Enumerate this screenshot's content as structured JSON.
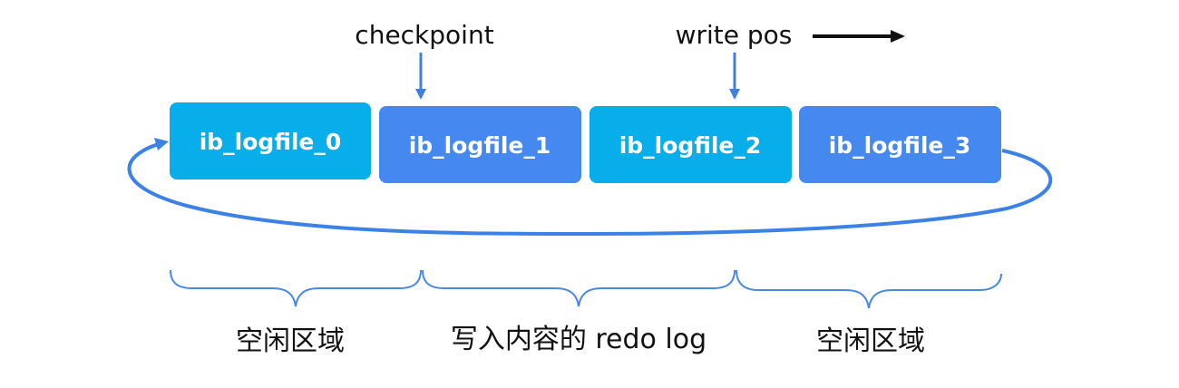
{
  "labels": {
    "checkpoint": "checkpoint",
    "write_pos": "write pos"
  },
  "logfiles": [
    {
      "label": "ib_logfile_0",
      "state": "free"
    },
    {
      "label": "ib_logfile_1",
      "state": "written"
    },
    {
      "label": "ib_logfile_2",
      "state": "free"
    },
    {
      "label": "ib_logfile_3",
      "state": "written"
    }
  ],
  "regions": [
    {
      "label": "空闲区域"
    },
    {
      "label": "写入内容的 redo log"
    },
    {
      "label": "空闲区域"
    }
  ],
  "colors": {
    "free_block": "#08AEEA",
    "written_block": "#4488F0",
    "arrow_blue": "#3E7FE0",
    "loop": "#3C82E6",
    "text": "#111111"
  }
}
